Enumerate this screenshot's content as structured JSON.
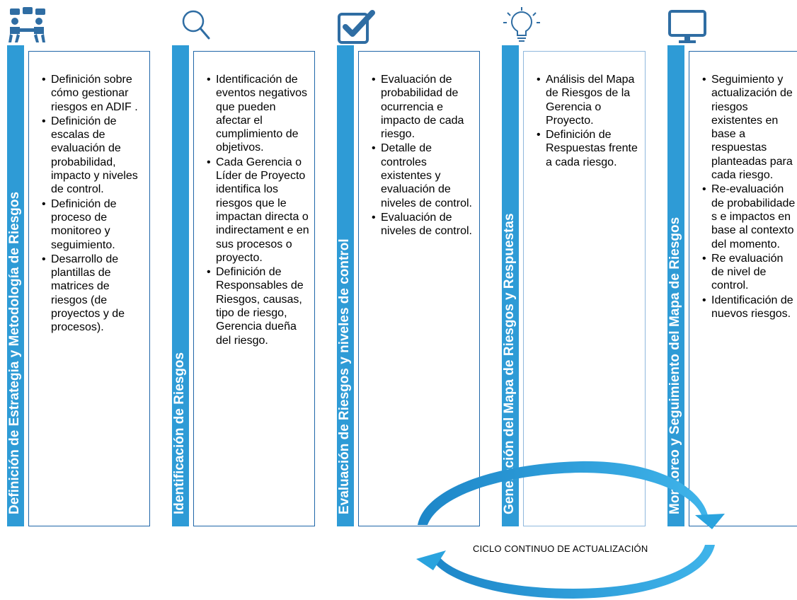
{
  "stages": [
    {
      "id": "estrategia",
      "bar_title": "Definición de Estrategia y Metodología de Riesgos",
      "icon": "meeting-people-icon",
      "items": [
        "Definición sobre cómo gestionar riesgos en ADIF .",
        "Definición de escalas de evaluación de probabilidad, impacto y niveles de control.",
        "Definición de proceso de monitoreo y seguimiento.",
        "Desarrollo de plantillas de matrices de riesgos (de proyectos y de procesos)."
      ]
    },
    {
      "id": "identificacion",
      "bar_title": "Identificación de Riesgos",
      "icon": "magnifier-icon",
      "items": [
        "Identificación de eventos negativos que pueden afectar el cumplimiento de objetivos.",
        "Cada Gerencia o Líder de Proyecto identifica los riesgos que le impactan directa o indirectament e en sus procesos o proyecto.",
        "Definición de Responsables de Riesgos, causas, tipo de riesgo, Gerencia dueña del riesgo."
      ]
    },
    {
      "id": "evaluacion",
      "bar_title": "Evaluación de Riesgos y niveles de control",
      "icon": "checkbox-icon",
      "items": [
        "Evaluación de probabilidad de ocurrencia e impacto de cada riesgo.",
        "Detalle de controles existentes y evaluación de niveles de control.",
        "Evaluación de niveles de control."
      ]
    },
    {
      "id": "generacion",
      "bar_title": "Generación del Mapa de Riesgos y Respuestas",
      "icon": "lightbulb-icon",
      "items": [
        "Análisis del Mapa de Riesgos de la Gerencia o Proyecto.",
        "Definición de Respuestas frente a cada riesgo."
      ]
    },
    {
      "id": "monitoreo",
      "bar_title": "Monitoreo y Seguimiento del Mapa de Riesgos",
      "icon": "monitor-icon",
      "items": [
        "Seguimiento y actualización de riesgos existentes en base a respuestas planteadas para cada riesgo.",
        "Re-evaluación de probabilidade s e impactos en base al contexto del momento.",
        "Re evaluación de nivel de control.",
        "Identificación de nuevos riesgos."
      ]
    }
  ],
  "cycle_label": "CICLO CONTINUO DE ACTUALIZACIÓN",
  "colors": {
    "bar": "#2e9bd6",
    "box_border": "#1f66a8",
    "icon": "#2f6da3",
    "arrow": "#2aa3de"
  }
}
